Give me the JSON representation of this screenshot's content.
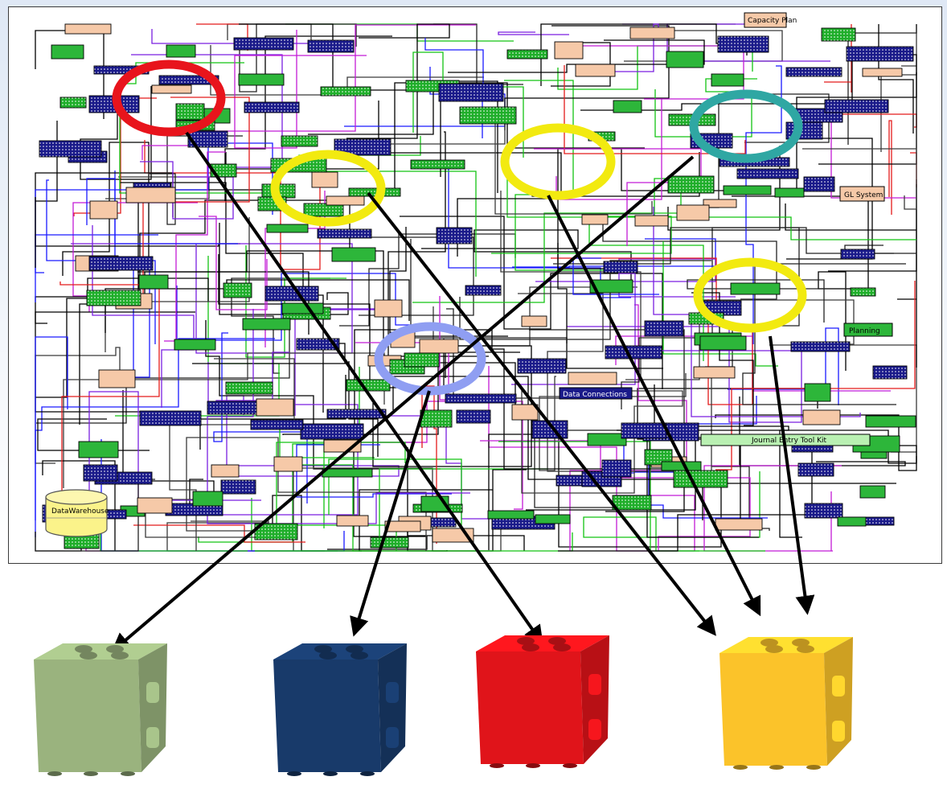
{
  "diagram": {
    "labels": {
      "capacity_plan": "Capacity Plan",
      "journal_entry_tool_kit": "Journal Entry Tool Kit",
      "data_warehouse": "DataWarehouse",
      "data_connections": "Data Connections",
      "gl_system": "GL System",
      "planning": "Planning"
    }
  },
  "highlight_colors": {
    "red": "#e8141c",
    "yellow": "#f2ea10",
    "teal": "#2fa7a3",
    "periwinkle": "#8f9ef2"
  },
  "blocks": [
    {
      "name": "green-block-icon",
      "color": "#9ab37e"
    },
    {
      "name": "navy-block-icon",
      "color": "#183a6a"
    },
    {
      "name": "red-block-icon",
      "color": "#e0141a"
    },
    {
      "name": "yellow-block-icon",
      "color": "#fbc32a"
    }
  ]
}
